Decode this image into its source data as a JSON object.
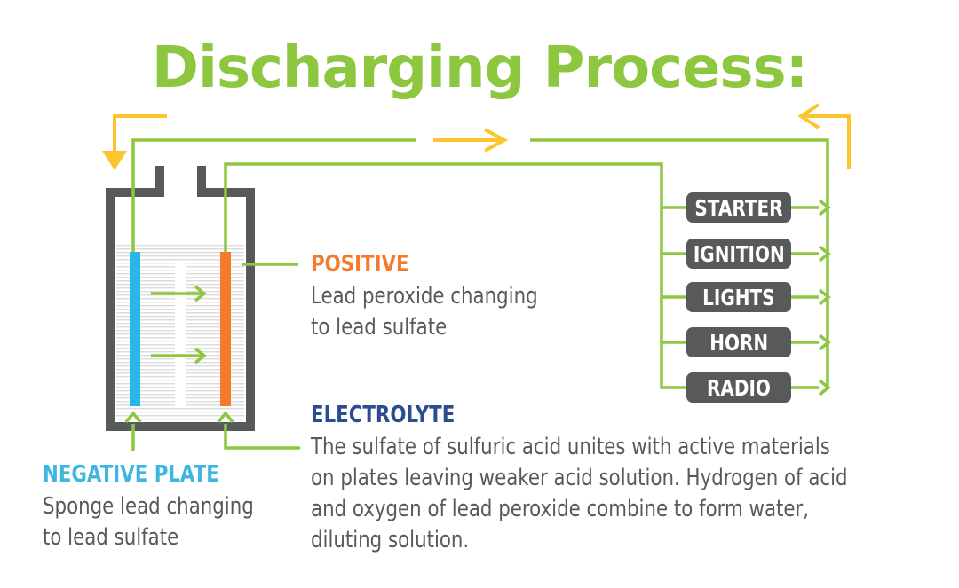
{
  "title": "Discharging Process:",
  "colors": {
    "green": "#8dc63f",
    "yellow": "#fcc42d",
    "gray": "#58595b",
    "blue": "#29b6e8",
    "orange": "#f37b2a",
    "navy": "#2b4d8f",
    "lightblue_label": "#3fb6e0"
  },
  "positive": {
    "label": "POSITIVE",
    "lines": [
      "Lead peroxide changing",
      "to lead sulfate"
    ]
  },
  "electrolyte": {
    "label": "ELECTROLYTE",
    "lines": [
      "The sulfate of sulfuric acid unites with active materials",
      "on plates leaving weaker acid solution. Hydrogen of acid",
      "and oxygen of lead peroxide combine to form water,",
      "diluting solution."
    ]
  },
  "negative": {
    "label": "NEGATIVE PLATE",
    "lines": [
      "Sponge lead changing",
      "to lead sulfate"
    ]
  },
  "loads": [
    "STARTER",
    "IGNITION",
    "LIGHTS",
    "HORN",
    "RADIO"
  ]
}
